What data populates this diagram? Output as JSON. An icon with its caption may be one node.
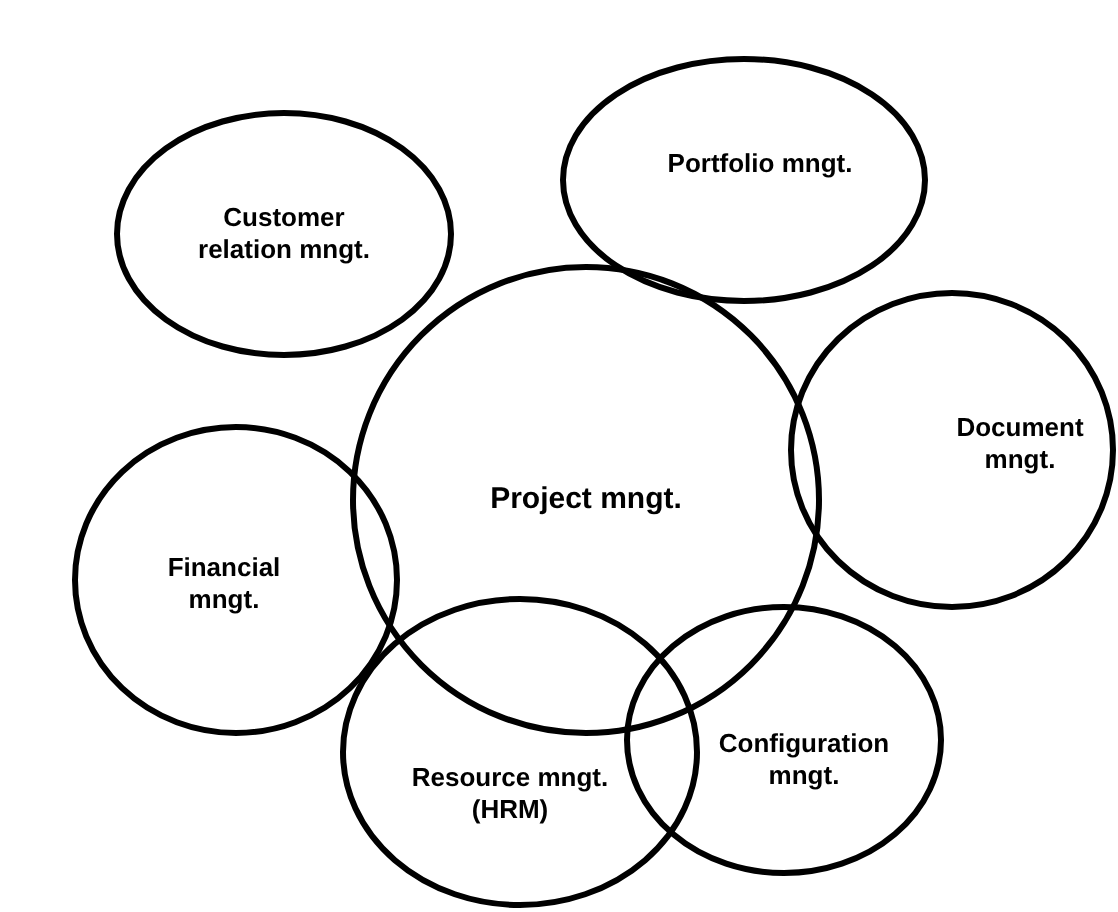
{
  "diagram": {
    "nodes": [
      {
        "text": [
          "Customer relation mngt."
        ]
      },
      {
        "text": [
          "Portfolio mngt."
        ]
      },
      {
        "text": [
          "Document mngt."
        ]
      },
      {
        "text": [
          "Project mngt."
        ]
      },
      {
        "text": [
          "Financial mngt."
        ]
      },
      {
        "text": [
          "Configuration mngt."
        ]
      },
      {
        "text": [
          "Resource mngt. (HRM)"
        ]
      }
    ]
  }
}
